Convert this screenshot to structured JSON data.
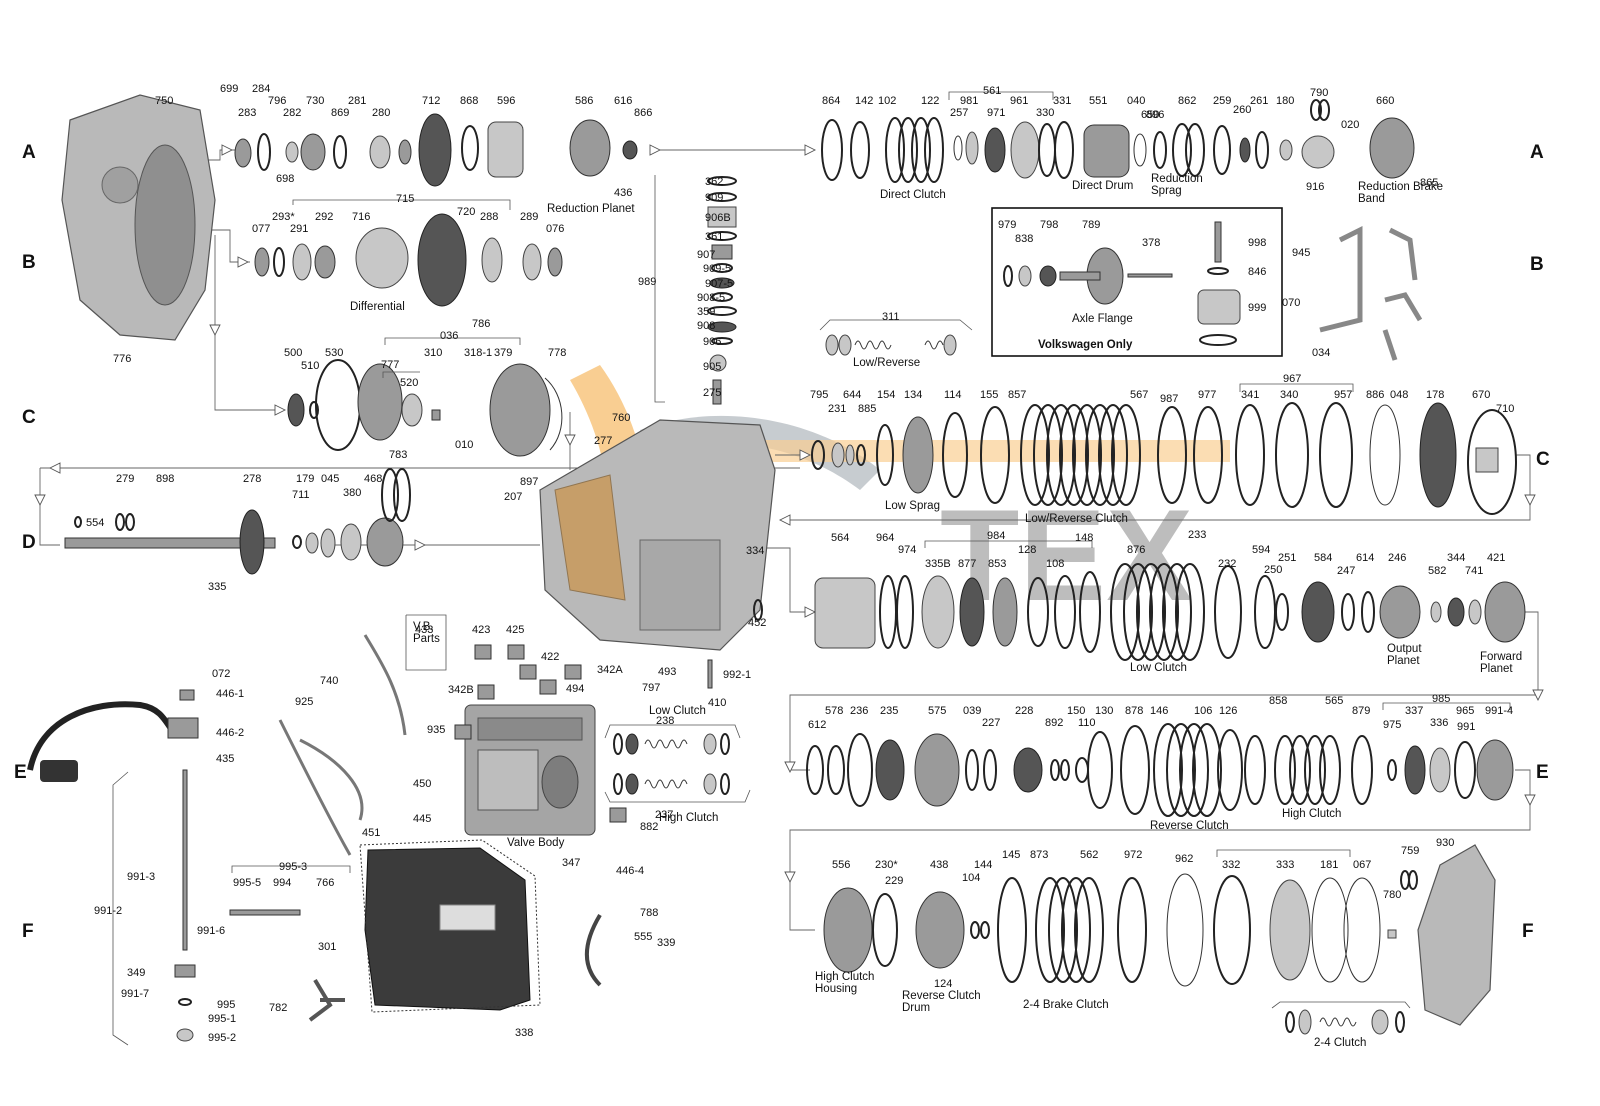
{
  "colors": {
    "accent": "#f4a73a",
    "watermark": "#9aa2aa",
    "ink": "#111111",
    "part": "#9a9a9a"
  },
  "rows": [
    "A",
    "B",
    "C",
    "D",
    "E",
    "F"
  ],
  "labels": [
    "750",
    "699",
    "284",
    "796",
    "730",
    "281",
    "712",
    "868",
    "596",
    "586",
    "616",
    "866",
    "283",
    "282",
    "869",
    "280",
    "698",
    "715",
    "293*",
    "292",
    "716",
    "720",
    "288",
    "289",
    "076",
    "291",
    "077",
    "786",
    "776",
    "436",
    "864",
    "142",
    "102",
    "122",
    "561",
    "981",
    "971",
    "961",
    "330",
    "331",
    "551",
    "040",
    "650",
    "862",
    "259",
    "260",
    "261",
    "180",
    "790",
    "020",
    "660",
    "916",
    "865",
    "257",
    "896",
    "362",
    "909",
    "906B",
    "361",
    "907",
    "909-5",
    "907-5",
    "908-5",
    "359",
    "908",
    "906",
    "905",
    "275",
    "989",
    "979",
    "838",
    "798",
    "789",
    "378",
    "998",
    "846",
    "999",
    "945",
    "070",
    "034",
    "311",
    "500",
    "510",
    "530",
    "036",
    "777",
    "520",
    "310",
    "318-1",
    "379",
    "778",
    "760",
    "010",
    "897",
    "277",
    "207",
    "795",
    "231",
    "644",
    "885",
    "154",
    "134",
    "114",
    "155",
    "857",
    "567",
    "987",
    "977",
    "967",
    "341",
    "340",
    "957",
    "886",
    "048",
    "178",
    "670",
    "710",
    "279",
    "898",
    "278",
    "711",
    "179",
    "045",
    "380",
    "468",
    "783",
    "554",
    "335",
    "334",
    "564",
    "964",
    "974",
    "984",
    "335B",
    "877",
    "853",
    "128",
    "108",
    "148",
    "876",
    "233",
    "232",
    "594",
    "251",
    "250",
    "584",
    "247",
    "614",
    "246",
    "582",
    "344",
    "741",
    "421",
    "452",
    "433",
    "423",
    "425",
    "422",
    "342A",
    "342B",
    "494",
    "493",
    "797",
    "992-1",
    "410",
    "072",
    "446-1",
    "446-2",
    "435",
    "740",
    "925",
    "935",
    "450",
    "238",
    "237",
    "882",
    "612",
    "578",
    "236",
    "235",
    "575",
    "039",
    "227",
    "228",
    "892",
    "150",
    "110",
    "130",
    "878",
    "146",
    "106",
    "126",
    "858",
    "565",
    "879",
    "985",
    "975",
    "337",
    "336",
    "965",
    "991",
    "991-4",
    "991-2",
    "991-3",
    "991-6",
    "349",
    "991-7",
    "995",
    "995-1",
    "995-2",
    "995-3",
    "995-5",
    "994",
    "766",
    "301",
    "782",
    "451",
    "445",
    "347",
    "446-4",
    "788",
    "555",
    "339",
    "338",
    "556",
    "230*",
    "229",
    "438",
    "144",
    "104",
    "124",
    "145",
    "873",
    "562",
    "972",
    "962",
    "332",
    "333",
    "181",
    "067",
    "759",
    "780",
    "930"
  ],
  "captions": {
    "direct_clutch": "Direct  Clutch",
    "direct_drum": "Direct Drum",
    "reduction_sprag": "Reduction Sprag",
    "reduction_brake_band": "Reduction Brake Band",
    "reduction_planet": "Reduction Planet",
    "differential": "Differential",
    "axle_flange": "Axle Flange",
    "volkswagen_only": "Volkswagen Only",
    "low_reverse": "Low/Reverse",
    "low_sprag": "Low  Sprag",
    "low_reverse_clutch": "Low/Reverse Clutch",
    "low_clutch": "Low  Clutch",
    "output_planet": "Output Planet",
    "forward_planet": "Forward Planet",
    "vb_parts": "V.B. Parts",
    "low_clutch_2": "Low  Clutch",
    "high_clutch_2": "High Clutch",
    "valve_body": "Valve  Body",
    "reverse_clutch": "Reverse Clutch",
    "high_clutch": "High Clutch",
    "high_clutch_housing": "High Clutch Housing",
    "reverse_clutch_drum": "Reverse Clutch Drum",
    "brake_clutch_24": "2-4 Brake Clutch",
    "clutch_24": "2-4 Clutch"
  },
  "watermark": "TEX"
}
